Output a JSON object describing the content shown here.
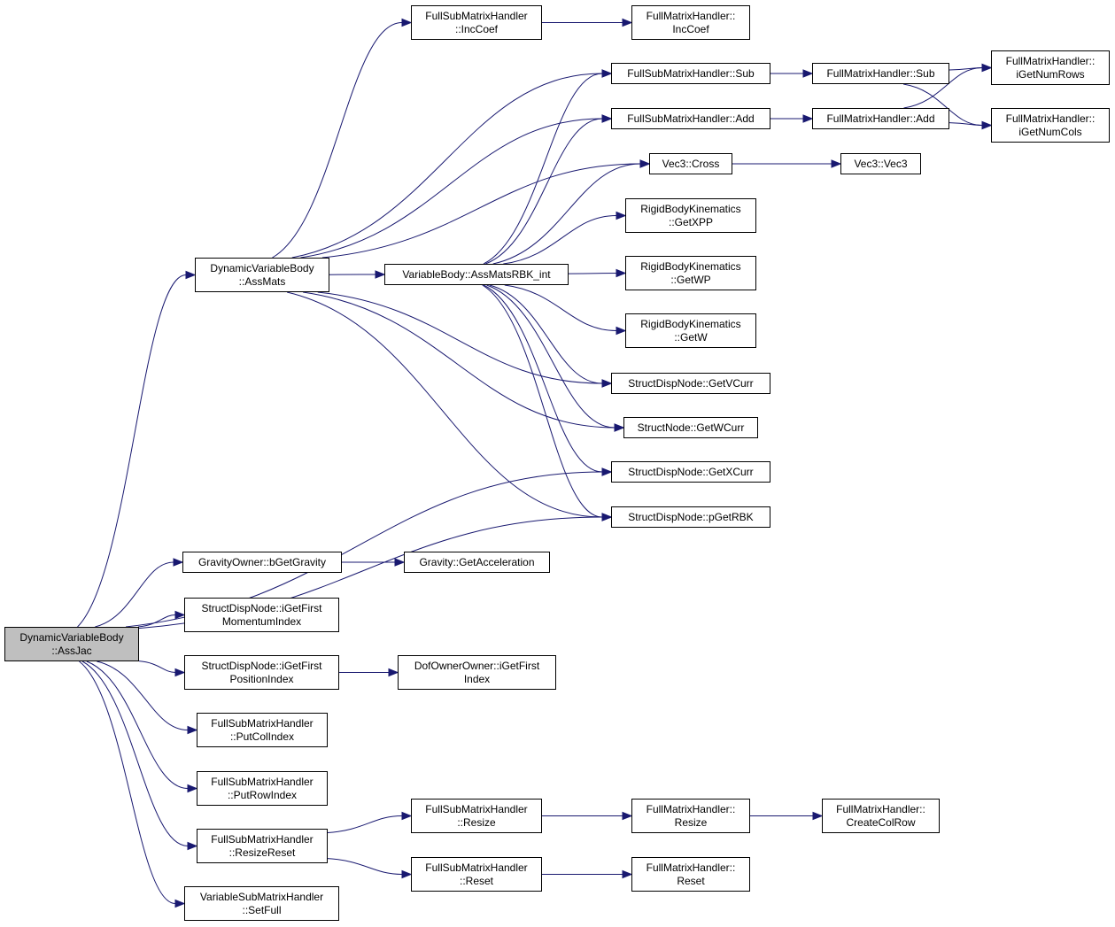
{
  "colors": {
    "edge": "#191970",
    "node_border": "#000000",
    "root_fill": "#bfbfbf",
    "node_fill": "#ffffff"
  },
  "nodes": {
    "dvb_assjac": {
      "line1": "DynamicVariableBody",
      "line2": "::AssJac"
    },
    "dvb_assmats": {
      "line1": "DynamicVariableBody",
      "line2": "::AssMats"
    },
    "fsmh_inccoef": {
      "line1": "FullSubMatrixHandler",
      "line2": "::IncCoef"
    },
    "fmh_inccoef": {
      "line1": "FullMatrixHandler::",
      "line2": "IncCoef"
    },
    "fsmh_sub": {
      "line1": "FullSubMatrixHandler::Sub"
    },
    "fmh_sub": {
      "line1": "FullMatrixHandler::Sub"
    },
    "fmh_igetnumrows": {
      "line1": "FullMatrixHandler::",
      "line2": "iGetNumRows"
    },
    "fsmh_add": {
      "line1": "FullSubMatrixHandler::Add"
    },
    "fmh_add": {
      "line1": "FullMatrixHandler::Add"
    },
    "fmh_igetnumcols": {
      "line1": "FullMatrixHandler::",
      "line2": "iGetNumCols"
    },
    "vec3_cross": {
      "line1": "Vec3::Cross"
    },
    "vec3_vec3": {
      "line1": "Vec3::Vec3"
    },
    "rbk_getxpp": {
      "line1": "RigidBodyKinematics",
      "line2": "::GetXPP"
    },
    "vb_assmatsrbk": {
      "line1": "VariableBody::AssMatsRBK_int"
    },
    "rbk_getwp": {
      "line1": "RigidBodyKinematics",
      "line2": "::GetWP"
    },
    "rbk_getw": {
      "line1": "RigidBodyKinematics",
      "line2": "::GetW"
    },
    "sdn_getvcurr": {
      "line1": "StructDispNode::GetVCurr"
    },
    "sn_getwcurr": {
      "line1": "StructNode::GetWCurr"
    },
    "sdn_getxcurr": {
      "line1": "StructDispNode::GetXCurr"
    },
    "sdn_pgetrbk": {
      "line1": "StructDispNode::pGetRBK"
    },
    "go_bgetgravity": {
      "line1": "GravityOwner::bGetGravity"
    },
    "gravity_getacc": {
      "line1": "Gravity::GetAcceleration"
    },
    "sdn_igetfirstmom": {
      "line1": "StructDispNode::iGetFirst",
      "line2": "MomentumIndex"
    },
    "sdn_igetfirstpos": {
      "line1": "StructDispNode::iGetFirst",
      "line2": "PositionIndex"
    },
    "doo_igetfirstindex": {
      "line1": "DofOwnerOwner::iGetFirst",
      "line2": "Index"
    },
    "fsmh_putcolindex": {
      "line1": "FullSubMatrixHandler",
      "line2": "::PutColIndex"
    },
    "fsmh_putrowindex": {
      "line1": "FullSubMatrixHandler",
      "line2": "::PutRowIndex"
    },
    "fsmh_resizereset": {
      "line1": "FullSubMatrixHandler",
      "line2": "::ResizeReset"
    },
    "fsmh_resize": {
      "line1": "FullSubMatrixHandler",
      "line2": "::Resize"
    },
    "fmh_resize": {
      "line1": "FullMatrixHandler::",
      "line2": "Resize"
    },
    "fmh_createcolrow": {
      "line1": "FullMatrixHandler::",
      "line2": "CreateColRow"
    },
    "fsmh_reset": {
      "line1": "FullSubMatrixHandler",
      "line2": "::Reset"
    },
    "fmh_reset": {
      "line1": "FullMatrixHandler::",
      "line2": "Reset"
    },
    "vsmh_setfull": {
      "line1": "VariableSubMatrixHandler",
      "line2": "::SetFull"
    }
  },
  "edges": [
    [
      "dvb_assjac",
      "dvb_assmats"
    ],
    [
      "dvb_assjac",
      "sdn_getxcurr"
    ],
    [
      "dvb_assjac",
      "sdn_pgetrbk"
    ],
    [
      "dvb_assjac",
      "go_bgetgravity"
    ],
    [
      "dvb_assjac",
      "sdn_igetfirstmom"
    ],
    [
      "dvb_assjac",
      "sdn_igetfirstpos"
    ],
    [
      "dvb_assjac",
      "fsmh_putcolindex"
    ],
    [
      "dvb_assjac",
      "fsmh_putrowindex"
    ],
    [
      "dvb_assjac",
      "fsmh_resizereset"
    ],
    [
      "dvb_assjac",
      "vsmh_setfull"
    ],
    [
      "dvb_assmats",
      "fsmh_inccoef"
    ],
    [
      "dvb_assmats",
      "fsmh_sub"
    ],
    [
      "dvb_assmats",
      "fsmh_add"
    ],
    [
      "dvb_assmats",
      "vec3_cross"
    ],
    [
      "dvb_assmats",
      "vb_assmatsrbk"
    ],
    [
      "dvb_assmats",
      "sdn_getvcurr"
    ],
    [
      "dvb_assmats",
      "sn_getwcurr"
    ],
    [
      "dvb_assmats",
      "sdn_pgetrbk"
    ],
    [
      "fsmh_inccoef",
      "fmh_inccoef"
    ],
    [
      "fsmh_sub",
      "fmh_sub"
    ],
    [
      "fmh_sub",
      "fmh_igetnumrows"
    ],
    [
      "fmh_sub",
      "fmh_igetnumcols"
    ],
    [
      "fsmh_add",
      "fmh_add"
    ],
    [
      "fmh_add",
      "fmh_igetnumrows"
    ],
    [
      "fmh_add",
      "fmh_igetnumcols"
    ],
    [
      "vec3_cross",
      "vec3_vec3"
    ],
    [
      "vb_assmatsrbk",
      "fsmh_sub"
    ],
    [
      "vb_assmatsrbk",
      "fsmh_add"
    ],
    [
      "vb_assmatsrbk",
      "vec3_cross"
    ],
    [
      "vb_assmatsrbk",
      "rbk_getxpp"
    ],
    [
      "vb_assmatsrbk",
      "rbk_getwp"
    ],
    [
      "vb_assmatsrbk",
      "rbk_getw"
    ],
    [
      "vb_assmatsrbk",
      "sdn_getvcurr"
    ],
    [
      "vb_assmatsrbk",
      "sn_getwcurr"
    ],
    [
      "vb_assmatsrbk",
      "sdn_getxcurr"
    ],
    [
      "vb_assmatsrbk",
      "sdn_pgetrbk"
    ],
    [
      "go_bgetgravity",
      "gravity_getacc"
    ],
    [
      "sdn_igetfirstpos",
      "doo_igetfirstindex"
    ],
    [
      "fsmh_resizereset",
      "fsmh_resize"
    ],
    [
      "fsmh_resizereset",
      "fsmh_reset"
    ],
    [
      "fsmh_resize",
      "fmh_resize"
    ],
    [
      "fmh_resize",
      "fmh_createcolrow"
    ],
    [
      "fsmh_reset",
      "fmh_reset"
    ]
  ]
}
